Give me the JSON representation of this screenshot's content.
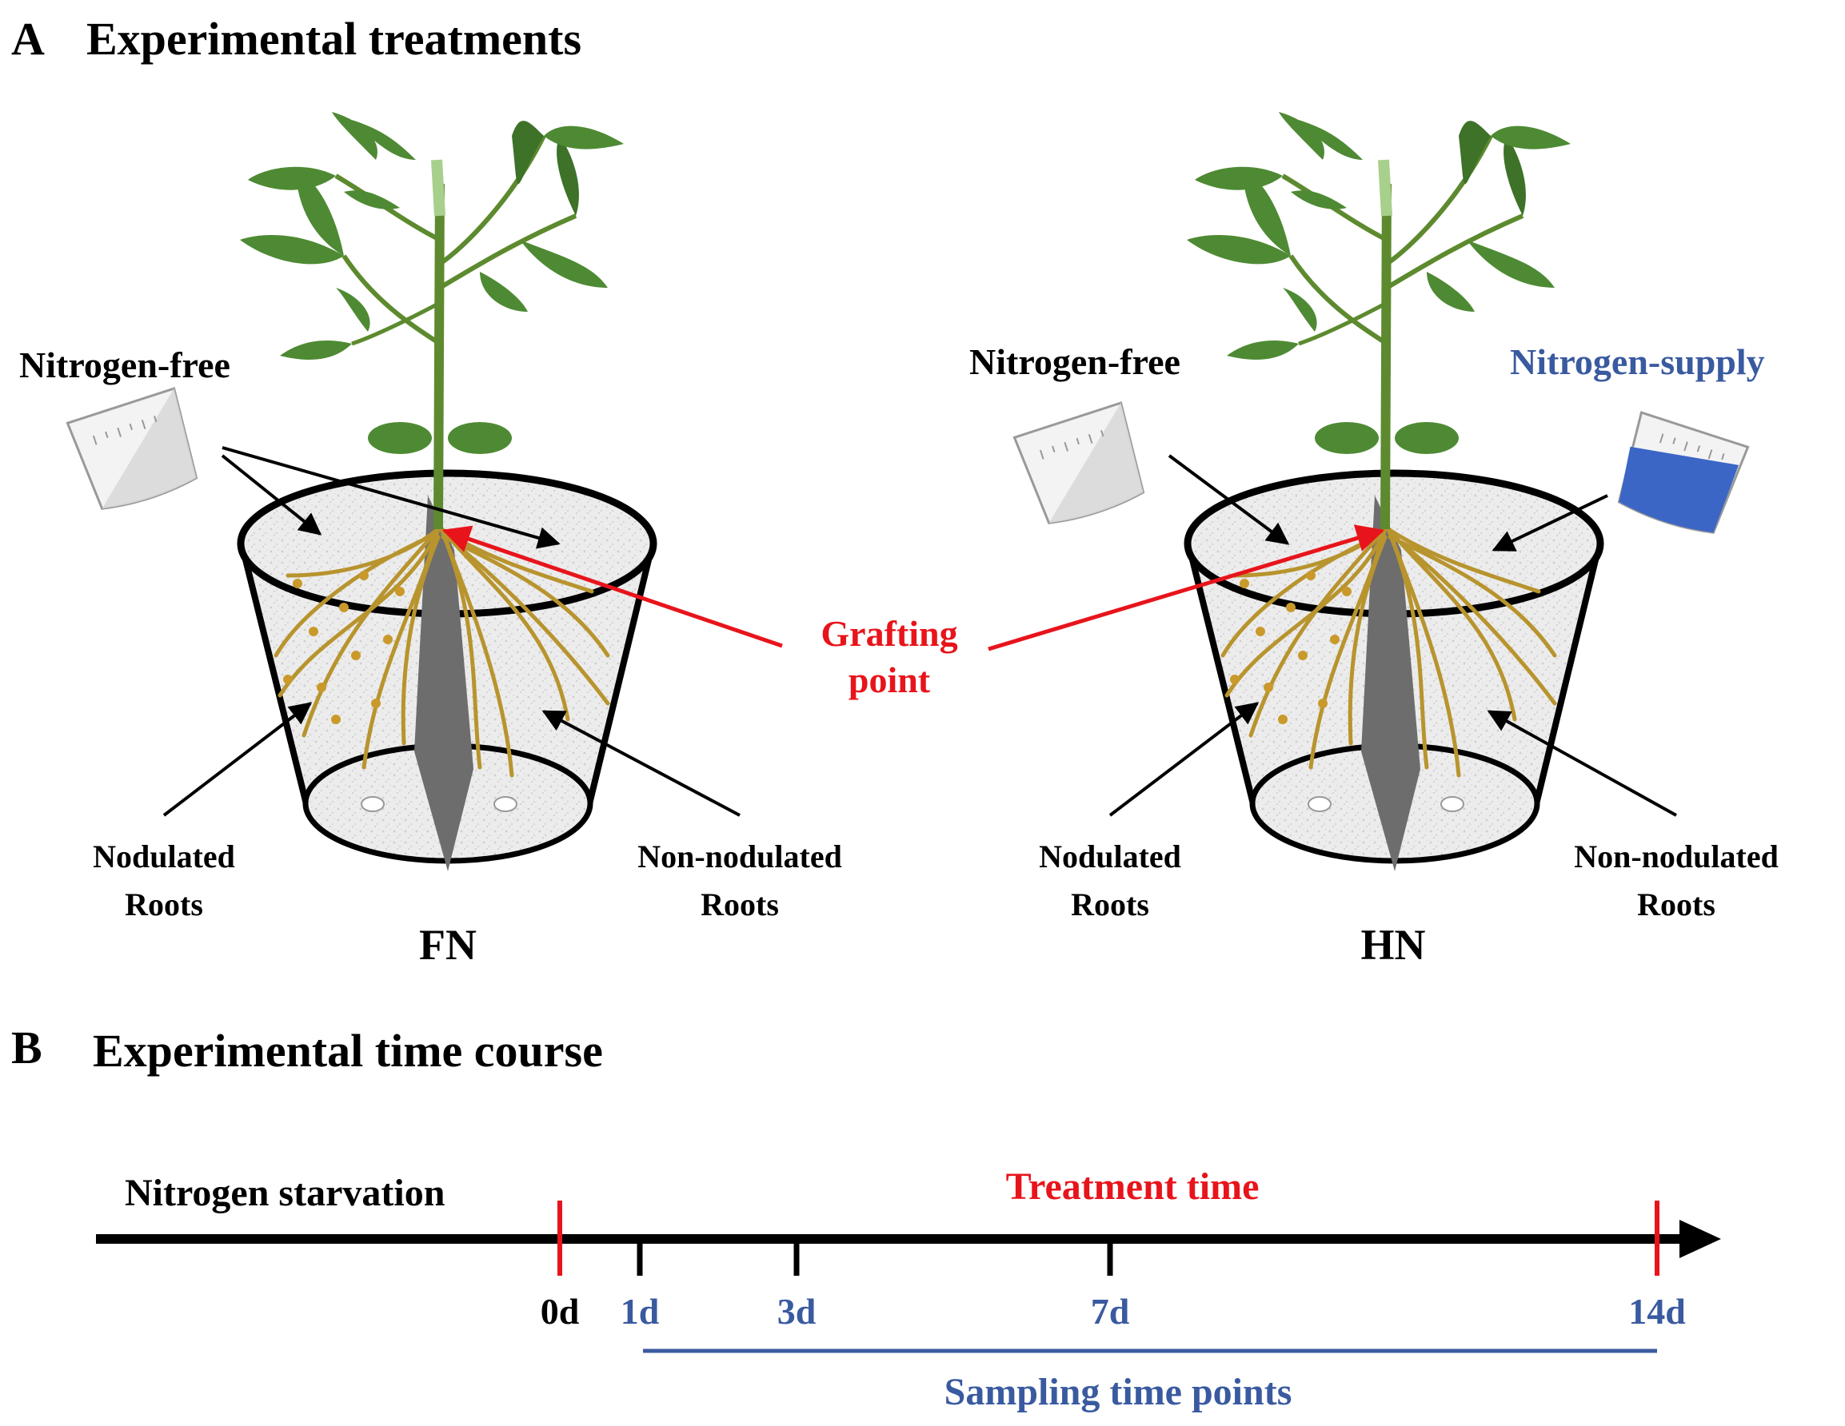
{
  "panel_a": {
    "letter": "A",
    "title": "Experimental treatments",
    "grafting_label": [
      "Grafting",
      "point"
    ],
    "pots": [
      {
        "id": "FN",
        "label": "FN",
        "beaker_labels": [
          "Nitrogen-free"
        ],
        "left_roots": [
          "Nodulated",
          "Roots"
        ],
        "right_roots": [
          "Non-nodulated",
          "Roots"
        ]
      },
      {
        "id": "HN",
        "label": "HN",
        "beaker_labels": [
          "Nitrogen-free",
          "Nitrogen-supply"
        ],
        "left_roots": [
          "Nodulated",
          "Roots"
        ],
        "right_roots": [
          "Non-nodulated",
          "Roots"
        ]
      }
    ]
  },
  "panel_b": {
    "letter": "B",
    "title": "Experimental time course",
    "starvation_label": "Nitrogen starvation",
    "treatment_label": "Treatment time",
    "sampling_label": "Sampling time points",
    "ticks": [
      {
        "label": "0d",
        "day": 0,
        "kind": "treatment-start"
      },
      {
        "label": "1d",
        "day": 1,
        "kind": "sampling"
      },
      {
        "label": "3d",
        "day": 3,
        "kind": "sampling"
      },
      {
        "label": "7d",
        "day": 7,
        "kind": "sampling"
      },
      {
        "label": "14d",
        "day": 14,
        "kind": "treatment-end"
      }
    ]
  },
  "colors": {
    "text": "#000000",
    "red": "#e8141b",
    "blue": "#3a5aa0",
    "leaf": "#4e8a33",
    "leaf_dark": "#3d7228",
    "stem": "#5d8a2e",
    "root": "#b8942e",
    "soil": "#e8e8e8",
    "divider": "#6d6d6d",
    "solution_blue": "#3b66c6"
  }
}
